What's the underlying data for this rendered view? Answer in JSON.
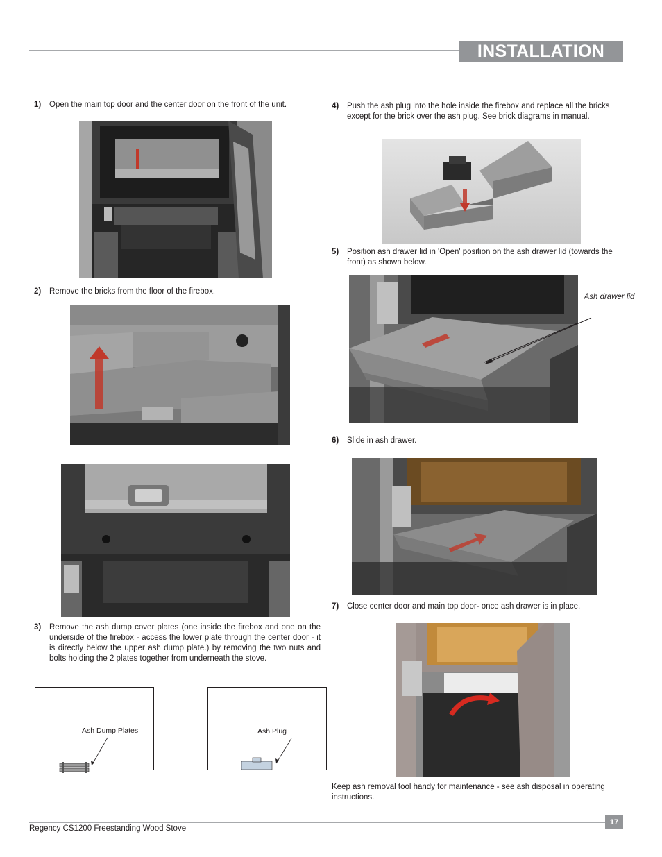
{
  "header": {
    "section_title": "INSTALLATION"
  },
  "steps": [
    {
      "num": "1)",
      "text": "Open the main top door and the center door on the front of the unit."
    },
    {
      "num": "2)",
      "text": "Remove the bricks from the floor of the firebox."
    },
    {
      "num": "3)",
      "text": "Remove the ash dump cover plates (one inside the firebox and one on the underside of the firebox - access the lower plate through the center door - it is directly below the upper ash dump plate.) by removing the two nuts and bolts holding the 2 plates together from underneath the stove."
    },
    {
      "num": "4)",
      "text": "Push the ash plug into the hole inside the firebox and replace all the bricks except for the brick over the ash plug.  See brick diagrams in manual."
    },
    {
      "num": "5)",
      "text": "Position ash drawer lid in 'Open' position on the ash drawer lid (towards the front) as shown below."
    },
    {
      "num": "6)",
      "text": "Slide in ash drawer."
    },
    {
      "num": "7)",
      "text": "Close center door and main top door- once ash drawer is in place."
    }
  ],
  "callouts": {
    "ash_drawer_lid": "Ash drawer lid",
    "ash_dump_plates": "Ash Dump Plates",
    "ash_plug": "Ash  Plug"
  },
  "note": "Keep ash removal tool handy for maintenance - see ash disposal in operating instructions.",
  "footer": {
    "product": "Regency CS1200  Freestanding Wood Stove",
    "page": "17"
  }
}
